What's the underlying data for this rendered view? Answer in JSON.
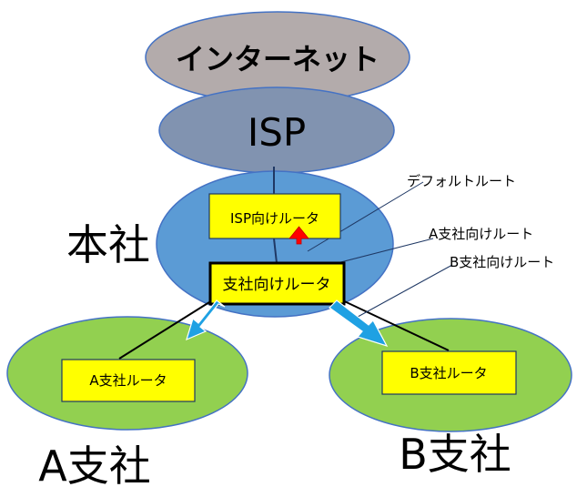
{
  "internet": {
    "label": "インターネット"
  },
  "isp": {
    "label": "ISP"
  },
  "hq": {
    "label": "本社"
  },
  "routers": {
    "isp_router": "ISP向けルータ",
    "branch_router": "支社向けルータ",
    "a_router": "A支社ルータ",
    "b_router": "B支社ルータ"
  },
  "branches": {
    "a_label": "A支社",
    "b_label": "B支社"
  },
  "annotations": {
    "default_route": "デフォルトルート",
    "a_route": "A支社向けルート",
    "b_route": "B支社向けルート"
  },
  "colors": {
    "internet_fill": "#B3ABAB",
    "isp_fill": "#8193B0",
    "hq_fill": "#5B9BD5",
    "branch_fill": "#92D050",
    "router_fill": "#FFFF00",
    "ellipse_stroke": "#4472C4",
    "arrow_red": "#FF0000",
    "arrow_blue": "#1FA1E3"
  }
}
